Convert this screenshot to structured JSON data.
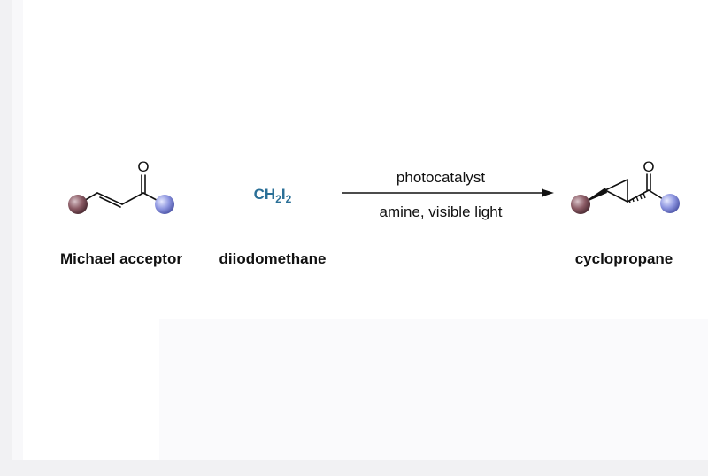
{
  "colors": {
    "sphere_left": "#8a5a64",
    "sphere_right": "#8e96e0",
    "reagent": "#2a6f97",
    "bond": "#111111"
  },
  "molecules": {
    "michael_acceptor": {
      "label": "Michael acceptor",
      "atom": "O"
    },
    "diiodomethane": {
      "label": "diiodomethane",
      "formula": {
        "c": "CH",
        "sub1": "2",
        "i": "I",
        "sub2": "2"
      }
    },
    "cyclopropane": {
      "label": "cyclopropane",
      "atom": "O"
    }
  },
  "reaction": {
    "above_arrow": "photocatalyst",
    "below_arrow": "amine, visible light"
  }
}
